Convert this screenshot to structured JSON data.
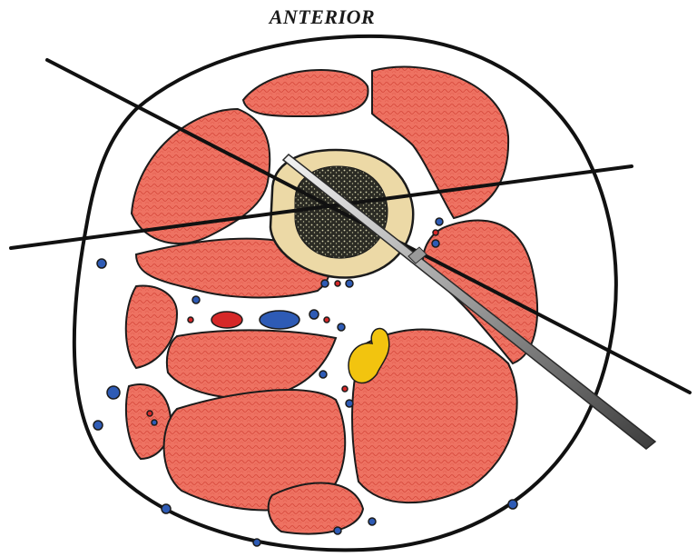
{
  "diagram": {
    "orientation_label": "ANTERIOR",
    "colors": {
      "muscle": "#ee7060",
      "muscle_texture": "#d8493c",
      "bone_cortex": "#ecd9a6",
      "bone_marrow": "#2a2a22",
      "artery": "#d62828",
      "vein": "#2e5bb5",
      "nerve": "#f2c40f",
      "outline": "#111111",
      "instrument": "#b8b8b8"
    },
    "icons": [
      "cross-section-outline",
      "bone",
      "muscle-compartments",
      "vessels",
      "nerve",
      "needle-instrument",
      "guide-lines"
    ]
  }
}
